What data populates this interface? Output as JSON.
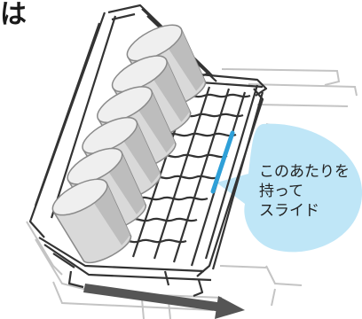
{
  "corner_text": "は",
  "callout": {
    "lines": [
      "このあたりを",
      "持って",
      "スライド"
    ]
  },
  "colors": {
    "highlight": "#2fa0d8",
    "callout_bubble": "#bfe6f7",
    "arrow": "#555555",
    "rack_wire": "#333333",
    "faint_wire": "#bdbdbd",
    "cup_fill": "#d9d9d9"
  },
  "cup_count": 6
}
